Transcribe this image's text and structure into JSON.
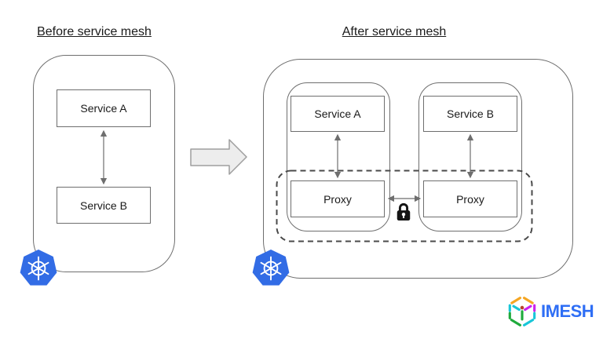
{
  "titles": {
    "before": "Before service mesh",
    "after": "After service mesh"
  },
  "before_panel": {
    "service_a": "Service A",
    "service_b": "Service B"
  },
  "after_panel": {
    "pod_a": {
      "service": "Service A",
      "proxy": "Proxy"
    },
    "pod_b": {
      "service": "Service B",
      "proxy": "Proxy"
    }
  },
  "brand": {
    "name": "IMESH"
  },
  "icons": {
    "kubernetes": "kubernetes-logo",
    "lock": "padlock-icon",
    "transition_arrow": "right-block-arrow"
  },
  "colors": {
    "line": "#6e6e6e",
    "text": "#1a1a1a",
    "k8s-blue": "#326CE5",
    "brand-blue": "#2e6ef5",
    "arrow-fill": "#ededed",
    "arrow-stroke": "#9e9e9e",
    "dash": "#4a4a4a",
    "lock": "#151515"
  }
}
